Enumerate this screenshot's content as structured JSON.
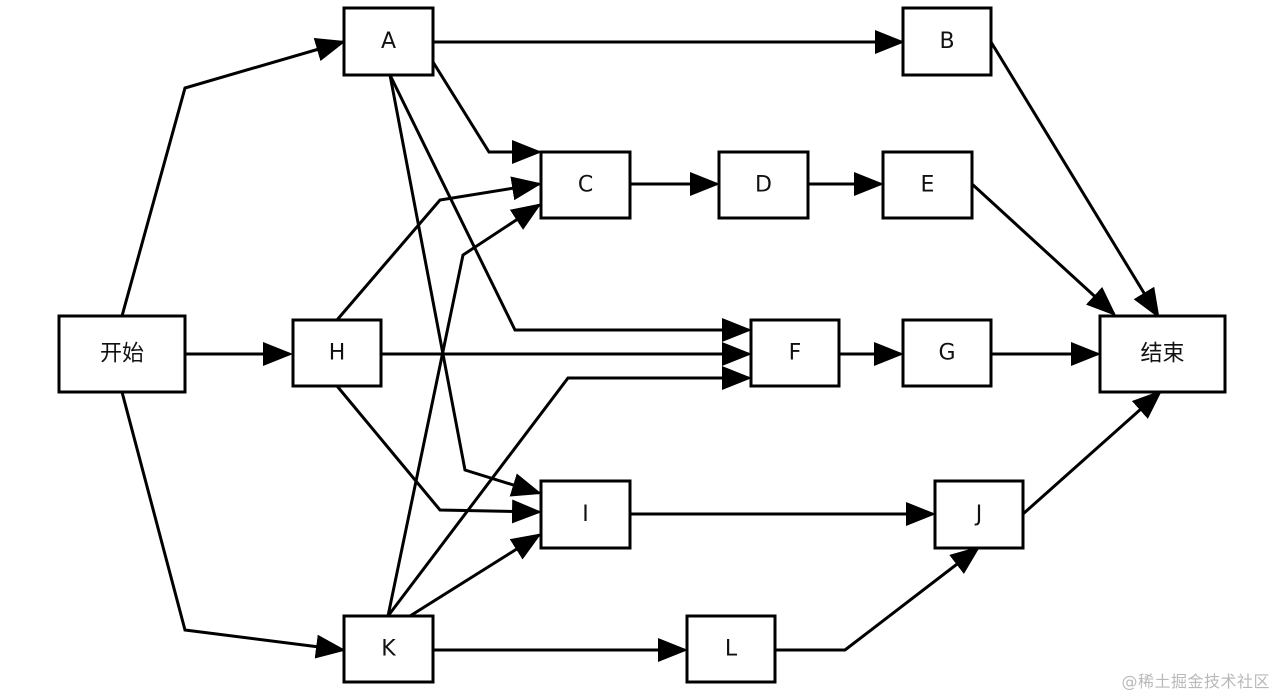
{
  "diagram": {
    "nodes": [
      {
        "id": "start",
        "label": "开始"
      },
      {
        "id": "A",
        "label": "A"
      },
      {
        "id": "B",
        "label": "B"
      },
      {
        "id": "C",
        "label": "C"
      },
      {
        "id": "D",
        "label": "D"
      },
      {
        "id": "E",
        "label": "E"
      },
      {
        "id": "F",
        "label": "F"
      },
      {
        "id": "G",
        "label": "G"
      },
      {
        "id": "H",
        "label": "H"
      },
      {
        "id": "I",
        "label": "I"
      },
      {
        "id": "J",
        "label": "J"
      },
      {
        "id": "K",
        "label": "K"
      },
      {
        "id": "L",
        "label": "L"
      },
      {
        "id": "end",
        "label": "结束"
      }
    ],
    "edges": [
      {
        "from": "start",
        "to": "A"
      },
      {
        "from": "start",
        "to": "H"
      },
      {
        "from": "start",
        "to": "K"
      },
      {
        "from": "A",
        "to": "B"
      },
      {
        "from": "A",
        "to": "C"
      },
      {
        "from": "A",
        "to": "F"
      },
      {
        "from": "A",
        "to": "I"
      },
      {
        "from": "H",
        "to": "C"
      },
      {
        "from": "H",
        "to": "F"
      },
      {
        "from": "H",
        "to": "I"
      },
      {
        "from": "K",
        "to": "C"
      },
      {
        "from": "K",
        "to": "F"
      },
      {
        "from": "K",
        "to": "I"
      },
      {
        "from": "K",
        "to": "L"
      },
      {
        "from": "C",
        "to": "D"
      },
      {
        "from": "D",
        "to": "E"
      },
      {
        "from": "F",
        "to": "G"
      },
      {
        "from": "I",
        "to": "J"
      },
      {
        "from": "L",
        "to": "J"
      },
      {
        "from": "B",
        "to": "end"
      },
      {
        "from": "E",
        "to": "end"
      },
      {
        "from": "G",
        "to": "end"
      },
      {
        "from": "J",
        "to": "end"
      }
    ]
  },
  "watermark": {
    "text": "@稀土掘金技术社区"
  }
}
